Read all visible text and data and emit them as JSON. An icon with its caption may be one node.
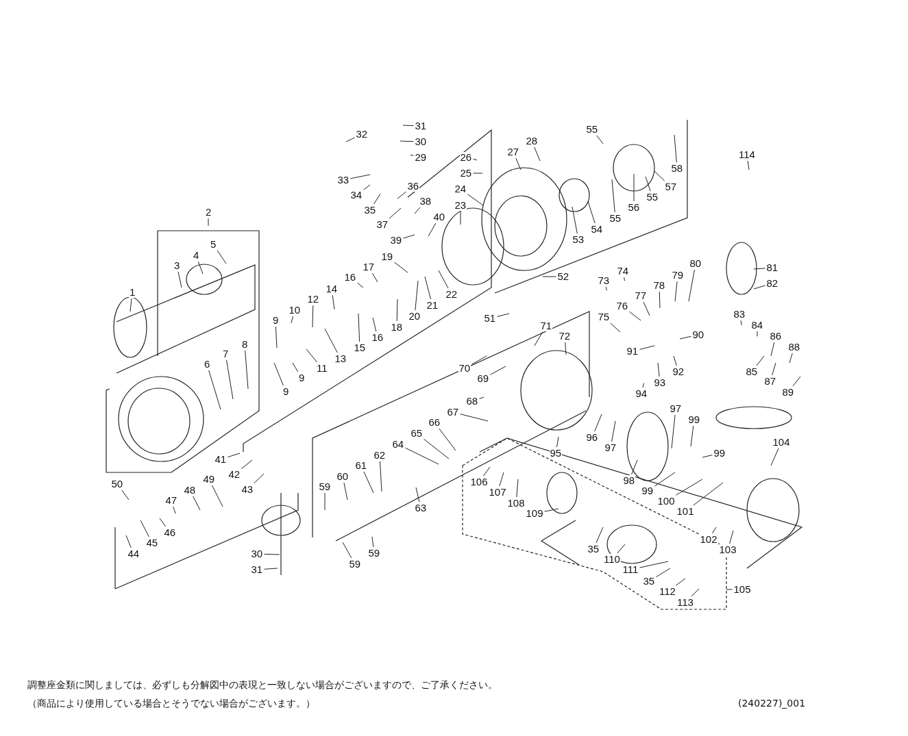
{
  "diagram": {
    "nodes": [
      {
        "text": [
          "1"
        ]
      },
      {
        "text": [
          "2"
        ]
      },
      {
        "text": [
          "3"
        ]
      },
      {
        "text": [
          "4"
        ]
      },
      {
        "text": [
          "5"
        ]
      },
      {
        "text": [
          "6"
        ]
      },
      {
        "text": [
          "7"
        ]
      },
      {
        "text": [
          "8"
        ]
      },
      {
        "text": [
          "9"
        ]
      },
      {
        "text": [
          "9"
        ]
      },
      {
        "text": [
          "9"
        ]
      },
      {
        "text": [
          "10"
        ]
      },
      {
        "text": [
          "11"
        ]
      },
      {
        "text": [
          "12"
        ]
      },
      {
        "text": [
          "13"
        ]
      },
      {
        "text": [
          "14"
        ]
      },
      {
        "text": [
          "15"
        ]
      },
      {
        "text": [
          "16"
        ]
      },
      {
        "text": [
          "16"
        ]
      },
      {
        "text": [
          "17"
        ]
      },
      {
        "text": [
          "18"
        ]
      },
      {
        "text": [
          "19"
        ]
      },
      {
        "text": [
          "20"
        ]
      },
      {
        "text": [
          "21"
        ]
      },
      {
        "text": [
          "22"
        ]
      },
      {
        "text": [
          "23"
        ]
      },
      {
        "text": [
          "24"
        ]
      },
      {
        "text": [
          "25"
        ]
      },
      {
        "text": [
          "26"
        ]
      },
      {
        "text": [
          "27"
        ]
      },
      {
        "text": [
          "28"
        ]
      },
      {
        "text": [
          "29"
        ]
      },
      {
        "text": [
          "30"
        ]
      },
      {
        "text": [
          "31"
        ]
      },
      {
        "text": [
          "32"
        ]
      },
      {
        "text": [
          "33"
        ]
      },
      {
        "text": [
          "34"
        ]
      },
      {
        "text": [
          "35"
        ]
      },
      {
        "text": [
          "36"
        ]
      },
      {
        "text": [
          "37"
        ]
      },
      {
        "text": [
          "38"
        ]
      },
      {
        "text": [
          "39"
        ]
      },
      {
        "text": [
          "40"
        ]
      },
      {
        "text": [
          "41"
        ]
      },
      {
        "text": [
          "42"
        ]
      },
      {
        "text": [
          "43"
        ]
      },
      {
        "text": [
          "44"
        ]
      },
      {
        "text": [
          "45"
        ]
      },
      {
        "text": [
          "46"
        ]
      },
      {
        "text": [
          "47"
        ]
      },
      {
        "text": [
          "48"
        ]
      },
      {
        "text": [
          "49"
        ]
      },
      {
        "text": [
          "50"
        ]
      },
      {
        "text": [
          "51"
        ]
      },
      {
        "text": [
          "52"
        ]
      },
      {
        "text": [
          "53"
        ]
      },
      {
        "text": [
          "54"
        ]
      },
      {
        "text": [
          "55"
        ]
      },
      {
        "text": [
          "55"
        ]
      },
      {
        "text": [
          "55"
        ]
      },
      {
        "text": [
          "56"
        ]
      },
      {
        "text": [
          "57"
        ]
      },
      {
        "text": [
          "58"
        ]
      },
      {
        "text": [
          "59"
        ]
      },
      {
        "text": [
          "59"
        ]
      },
      {
        "text": [
          "59"
        ]
      },
      {
        "text": [
          "60"
        ]
      },
      {
        "text": [
          "61"
        ]
      },
      {
        "text": [
          "62"
        ]
      },
      {
        "text": [
          "63"
        ]
      },
      {
        "text": [
          "64"
        ]
      },
      {
        "text": [
          "65"
        ]
      },
      {
        "text": [
          "66"
        ]
      },
      {
        "text": [
          "67"
        ]
      },
      {
        "text": [
          "68"
        ]
      },
      {
        "text": [
          "69"
        ]
      },
      {
        "text": [
          "70"
        ]
      },
      {
        "text": [
          "71"
        ]
      },
      {
        "text": [
          "72"
        ]
      },
      {
        "text": [
          "73"
        ]
      },
      {
        "text": [
          "74"
        ]
      },
      {
        "text": [
          "75"
        ]
      },
      {
        "text": [
          "76"
        ]
      },
      {
        "text": [
          "77"
        ]
      },
      {
        "text": [
          "78"
        ]
      },
      {
        "text": [
          "79"
        ]
      },
      {
        "text": [
          "80"
        ]
      },
      {
        "text": [
          "81"
        ]
      },
      {
        "text": [
          "82"
        ]
      },
      {
        "text": [
          "83"
        ]
      },
      {
        "text": [
          "84"
        ]
      },
      {
        "text": [
          "85"
        ]
      },
      {
        "text": [
          "86"
        ]
      },
      {
        "text": [
          "87"
        ]
      },
      {
        "text": [
          "88"
        ]
      },
      {
        "text": [
          "89"
        ]
      },
      {
        "text": [
          "90"
        ]
      },
      {
        "text": [
          "91"
        ]
      },
      {
        "text": [
          "92"
        ]
      },
      {
        "text": [
          "93"
        ]
      },
      {
        "text": [
          "94"
        ]
      },
      {
        "text": [
          "95"
        ]
      },
      {
        "text": [
          "96"
        ]
      },
      {
        "text": [
          "97"
        ]
      },
      {
        "text": [
          "97"
        ]
      },
      {
        "text": [
          "98"
        ]
      },
      {
        "text": [
          "99"
        ]
      },
      {
        "text": [
          "99"
        ]
      },
      {
        "text": [
          "99"
        ]
      },
      {
        "text": [
          "100"
        ]
      },
      {
        "text": [
          "101"
        ]
      },
      {
        "text": [
          "102"
        ]
      },
      {
        "text": [
          "103"
        ]
      },
      {
        "text": [
          "104"
        ]
      },
      {
        "text": [
          "105"
        ]
      },
      {
        "text": [
          "106"
        ]
      },
      {
        "text": [
          "107"
        ]
      },
      {
        "text": [
          "108"
        ]
      },
      {
        "text": [
          "109"
        ]
      },
      {
        "text": [
          "110"
        ]
      },
      {
        "text": [
          "111"
        ]
      },
      {
        "text": [
          "35"
        ]
      },
      {
        "text": [
          "35"
        ]
      },
      {
        "text": [
          "112"
        ]
      },
      {
        "text": [
          "113"
        ]
      },
      {
        "text": [
          "114"
        ]
      },
      {
        "text": [
          "30"
        ]
      },
      {
        "text": [
          "31"
        ]
      }
    ],
    "edges": [
      {
        "from": 0,
        "to": null,
        "arrow": "none"
      },
      {
        "from": 1,
        "to": null,
        "arrow": "none"
      },
      {
        "from": 2,
        "to": null,
        "arrow": "none"
      },
      {
        "from": 3,
        "to": null,
        "arrow": "none"
      },
      {
        "from": 4,
        "to": null,
        "arrow": "none"
      },
      {
        "from": 5,
        "to": null,
        "arrow": "none"
      },
      {
        "from": 6,
        "to": null,
        "arrow": "none"
      },
      {
        "from": 7,
        "to": null,
        "arrow": "none"
      },
      {
        "from": 8,
        "to": null,
        "arrow": "none"
      },
      {
        "from": 9,
        "to": null,
        "arrow": "none"
      },
      {
        "from": 10,
        "to": null,
        "arrow": "none"
      },
      {
        "from": 11,
        "to": null,
        "arrow": "none"
      },
      {
        "from": 12,
        "to": null,
        "arrow": "none"
      },
      {
        "from": 13,
        "to": null,
        "arrow": "none"
      },
      {
        "from": 14,
        "to": null,
        "arrow": "none"
      },
      {
        "from": 15,
        "to": null,
        "arrow": "none"
      },
      {
        "from": 16,
        "to": null,
        "arrow": "none"
      },
      {
        "from": 17,
        "to": null,
        "arrow": "none"
      },
      {
        "from": 18,
        "to": null,
        "arrow": "none"
      },
      {
        "from": 19,
        "to": null,
        "arrow": "none"
      },
      {
        "from": 20,
        "to": null,
        "arrow": "none"
      },
      {
        "from": 21,
        "to": null,
        "arrow": "none"
      },
      {
        "from": 22,
        "to": null,
        "arrow": "none"
      },
      {
        "from": 23,
        "to": null,
        "arrow": "none"
      },
      {
        "from": 24,
        "to": null,
        "arrow": "none"
      },
      {
        "from": 25,
        "to": null,
        "arrow": "none"
      },
      {
        "from": 26,
        "to": null,
        "arrow": "none"
      },
      {
        "from": 27,
        "to": null,
        "arrow": "none"
      },
      {
        "from": 28,
        "to": null,
        "arrow": "none"
      },
      {
        "from": 29,
        "to": null,
        "arrow": "none"
      },
      {
        "from": 30,
        "to": null,
        "arrow": "none"
      },
      {
        "from": 31,
        "to": null,
        "arrow": "none"
      },
      {
        "from": 32,
        "to": null,
        "arrow": "none"
      },
      {
        "from": 33,
        "to": null,
        "arrow": "none"
      },
      {
        "from": 34,
        "to": null,
        "arrow": "none"
      },
      {
        "from": 35,
        "to": null,
        "arrow": "none"
      },
      {
        "from": 36,
        "to": null,
        "arrow": "none"
      },
      {
        "from": 37,
        "to": null,
        "arrow": "none"
      },
      {
        "from": 38,
        "to": null,
        "arrow": "none"
      },
      {
        "from": 39,
        "to": null,
        "arrow": "none"
      },
      {
        "from": 40,
        "to": null,
        "arrow": "none"
      },
      {
        "from": 41,
        "to": null,
        "arrow": "none"
      },
      {
        "from": 42,
        "to": null,
        "arrow": "none"
      },
      {
        "from": 43,
        "to": null,
        "arrow": "none"
      },
      {
        "from": 44,
        "to": null,
        "arrow": "none"
      },
      {
        "from": 45,
        "to": null,
        "arrow": "none"
      },
      {
        "from": 46,
        "to": null,
        "arrow": "none"
      },
      {
        "from": 47,
        "to": null,
        "arrow": "none"
      },
      {
        "from": 48,
        "to": null,
        "arrow": "none"
      },
      {
        "from": 49,
        "to": null,
        "arrow": "none"
      },
      {
        "from": 50,
        "to": null,
        "arrow": "none"
      },
      {
        "from": 51,
        "to": null,
        "arrow": "none"
      },
      {
        "from": 52,
        "to": null,
        "arrow": "none"
      },
      {
        "from": 53,
        "to": null,
        "arrow": "none"
      },
      {
        "from": 54,
        "to": null,
        "arrow": "none"
      },
      {
        "from": 55,
        "to": null,
        "arrow": "none"
      },
      {
        "from": 56,
        "to": null,
        "arrow": "none"
      },
      {
        "from": 57,
        "to": null,
        "arrow": "none"
      },
      {
        "from": 58,
        "to": null,
        "arrow": "none"
      },
      {
        "from": 59,
        "to": null,
        "arrow": "none"
      },
      {
        "from": 60,
        "to": null,
        "arrow": "none"
      },
      {
        "from": 61,
        "to": null,
        "arrow": "none"
      },
      {
        "from": 62,
        "to": null,
        "arrow": "none"
      },
      {
        "from": 63,
        "to": null,
        "arrow": "none"
      },
      {
        "from": 64,
        "to": null,
        "arrow": "none"
      },
      {
        "from": 65,
        "to": null,
        "arrow": "none"
      },
      {
        "from": 66,
        "to": null,
        "arrow": "none"
      },
      {
        "from": 67,
        "to": null,
        "arrow": "none"
      },
      {
        "from": 68,
        "to": null,
        "arrow": "none"
      },
      {
        "from": 69,
        "to": null,
        "arrow": "none"
      },
      {
        "from": 70,
        "to": null,
        "arrow": "none"
      },
      {
        "from": 71,
        "to": null,
        "arrow": "none"
      },
      {
        "from": 72,
        "to": null,
        "arrow": "none"
      },
      {
        "from": 73,
        "to": null,
        "arrow": "none"
      },
      {
        "from": 74,
        "to": null,
        "arrow": "none"
      },
      {
        "from": 75,
        "to": null,
        "arrow": "none"
      },
      {
        "from": 76,
        "to": null,
        "arrow": "none"
      },
      {
        "from": 77,
        "to": null,
        "arrow": "none"
      },
      {
        "from": 78,
        "to": null,
        "arrow": "none"
      },
      {
        "from": 79,
        "to": null,
        "arrow": "none"
      },
      {
        "from": 80,
        "to": null,
        "arrow": "none"
      },
      {
        "from": 81,
        "to": null,
        "arrow": "none"
      },
      {
        "from": 82,
        "to": null,
        "arrow": "none"
      },
      {
        "from": 83,
        "to": null,
        "arrow": "none"
      },
      {
        "from": 84,
        "to": null,
        "arrow": "none"
      },
      {
        "from": 85,
        "to": null,
        "arrow": "none"
      },
      {
        "from": 86,
        "to": null,
        "arrow": "none"
      },
      {
        "from": 87,
        "to": null,
        "arrow": "none"
      },
      {
        "from": 88,
        "to": null,
        "arrow": "none"
      },
      {
        "from": 89,
        "to": null,
        "arrow": "none"
      },
      {
        "from": 90,
        "to": null,
        "arrow": "none"
      },
      {
        "from": 91,
        "to": null,
        "arrow": "none"
      },
      {
        "from": 92,
        "to": null,
        "arrow": "none"
      },
      {
        "from": 93,
        "to": null,
        "arrow": "none"
      },
      {
        "from": 94,
        "to": null,
        "arrow": "none"
      },
      {
        "from": 95,
        "to": null,
        "arrow": "none"
      },
      {
        "from": 96,
        "to": null,
        "arrow": "none"
      },
      {
        "from": 97,
        "to": null,
        "arrow": "none"
      },
      {
        "from": 98,
        "to": null,
        "arrow": "none"
      },
      {
        "from": 99,
        "to": null,
        "arrow": "none"
      },
      {
        "from": 100,
        "to": null,
        "arrow": "none"
      },
      {
        "from": 101,
        "to": null,
        "arrow": "none"
      },
      {
        "from": 102,
        "to": null,
        "arrow": "none"
      },
      {
        "from": 103,
        "to": null,
        "arrow": "none"
      },
      {
        "from": 104,
        "to": null,
        "arrow": "none"
      },
      {
        "from": 105,
        "to": null,
        "arrow": "none"
      },
      {
        "from": 106,
        "to": null,
        "arrow": "none"
      },
      {
        "from": 107,
        "to": null,
        "arrow": "none"
      },
      {
        "from": 108,
        "to": null,
        "arrow": "none"
      },
      {
        "from": 109,
        "to": null,
        "arrow": "none"
      },
      {
        "from": 110,
        "to": null,
        "arrow": "none"
      },
      {
        "from": 111,
        "to": null,
        "arrow": "none"
      },
      {
        "from": 112,
        "to": null,
        "arrow": "none"
      },
      {
        "from": 113,
        "to": null,
        "arrow": "none"
      },
      {
        "from": 114,
        "to": null,
        "arrow": "none"
      },
      {
        "from": 115,
        "to": null,
        "arrow": "none"
      },
      {
        "from": 116,
        "to": null,
        "arrow": "none"
      },
      {
        "from": 117,
        "to": null,
        "arrow": "none"
      },
      {
        "from": 118,
        "to": null,
        "arrow": "none"
      },
      {
        "from": 119,
        "to": null,
        "arrow": "none"
      },
      {
        "from": 120,
        "to": null,
        "arrow": "none"
      },
      {
        "from": 121,
        "to": null,
        "arrow": "none"
      },
      {
        "from": 122,
        "to": null,
        "arrow": "none"
      },
      {
        "from": 123,
        "to": null,
        "arrow": "none"
      },
      {
        "from": 124,
        "to": null,
        "arrow": "none"
      },
      {
        "from": 125,
        "to": null,
        "arrow": "none"
      },
      {
        "from": 126,
        "to": null,
        "arrow": "none"
      },
      {
        "from": 127,
        "to": null,
        "arrow": "none"
      }
    ],
    "labels": [
      "調整座金類に関しましては、必ずしも分解図中の表現と一致しない場合がございますので、ご了承ください。",
      "（商品により使用している場合とそうでない場合がございます。）",
      "(240227)_001"
    ]
  }
}
